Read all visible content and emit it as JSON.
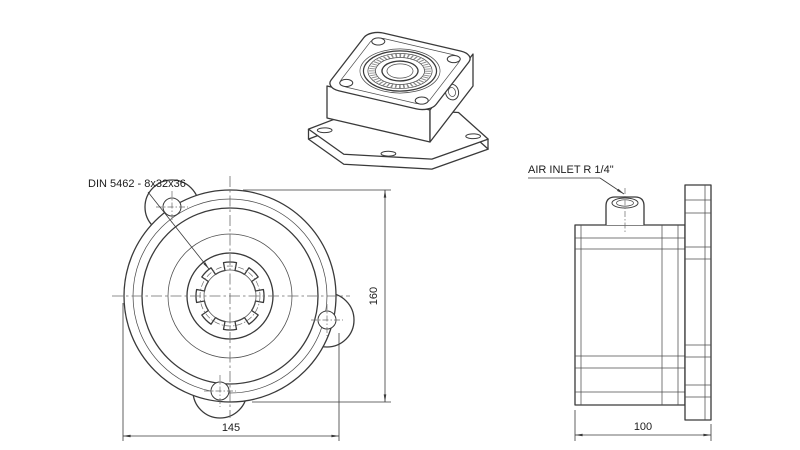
{
  "drawing": {
    "background": "#ffffff",
    "line_color": "#3a3a3a",
    "views": {
      "front": {
        "spline_label": "DIN 5462 - 8x32x36",
        "dim_height": "160",
        "dim_width": "145"
      },
      "side": {
        "air_inlet_label": "AIR INLET R 1/4\"",
        "dim_width": "100"
      }
    }
  }
}
